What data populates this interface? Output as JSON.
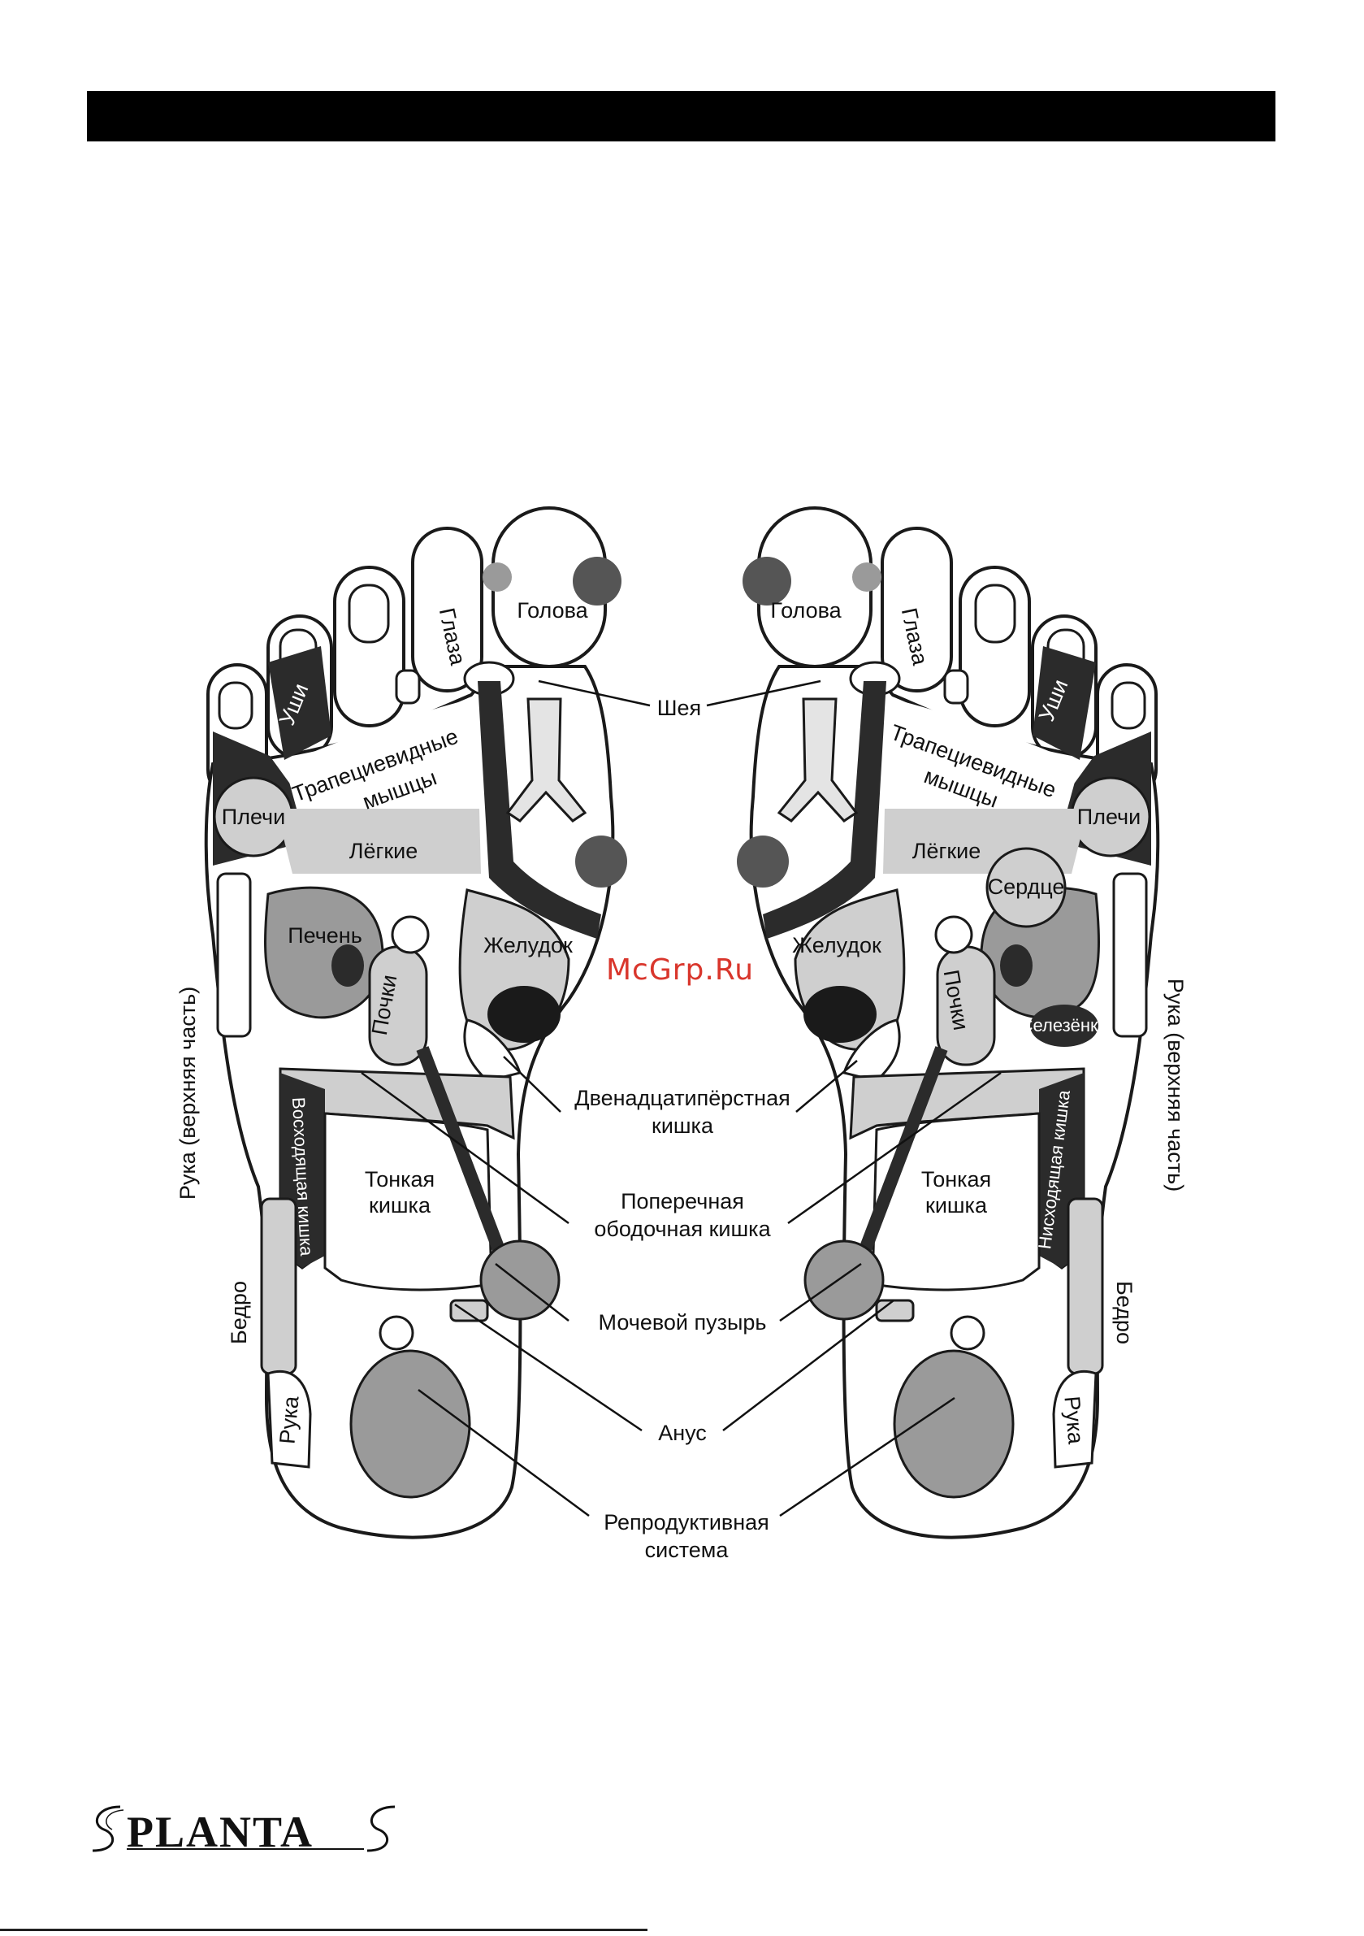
{
  "watermark": "McGrp.Ru",
  "logo": {
    "text": "PLANTA",
    "icon": "plantas-logo-swash"
  },
  "labels": {
    "golova": "Голова",
    "glaza": "Глаза",
    "ushi": "Уши",
    "trapez_1": "Трапециевидные",
    "trapez_2": "мышцы",
    "plechi": "Плечи",
    "legkie": "Лёгкие",
    "pechen": "Печень",
    "pochki": "Почки",
    "zheludok": "Желудок",
    "serdce": "Сердце",
    "selezenka": "Селезёнка",
    "voskhod": "Восходящая кишка",
    "niskhod": "Нисходящая кишка",
    "tonkaya_1": "Тонкая",
    "tonkaya_2": "кишка",
    "ruka_upper": "Рука (верхняя часть)",
    "bedro": "Бедро",
    "ruka": "Рука",
    "sheya": "Шея",
    "dvenad_1": "Двенадцатипёрстная",
    "dvenad_2": "кишка",
    "poperech_1": "Поперечная",
    "poperech_2": "ободочная кишка",
    "mochevoy": "Мочевой пузырь",
    "anus": "Анус",
    "reprod_1": "Репродуктивная",
    "reprod_2": "система"
  },
  "colors": {
    "dark": "#2b2b2b",
    "mid": "#9a9a9a",
    "light": "#cfcfcf",
    "outline": "#1a1a1a"
  }
}
